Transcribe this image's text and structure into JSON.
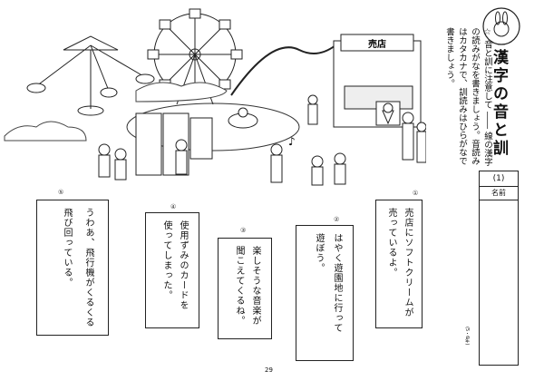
{
  "title": "漢字の音と訓",
  "instruction": "☆ 音と訓に注意して ―― 線の漢字の読みがなを書きましょう。音読みはカタカナで、訓読みはひらがなで書きましょう。",
  "unit_label": "(1)",
  "name_label": "名前",
  "page_number": "29",
  "side_note": "(5・6年)",
  "store_sign": "売店",
  "questions": [
    {
      "num": "①",
      "line1": "売店にソフトクリームが",
      "line2": "売っているよ。"
    },
    {
      "num": "②",
      "line1": "はやく遊園地に行って",
      "line2": "遊ぼう。"
    },
    {
      "num": "③",
      "line1": "楽しそうな音楽が",
      "line2": "聞こえてくるね。"
    },
    {
      "num": "④",
      "line1": "使用ずみのカードを",
      "line2": "使ってしまった。"
    },
    {
      "num": "⑤",
      "line1": "うわあ、飛行機がくるくる",
      "line2": "飛び回っている。"
    }
  ]
}
